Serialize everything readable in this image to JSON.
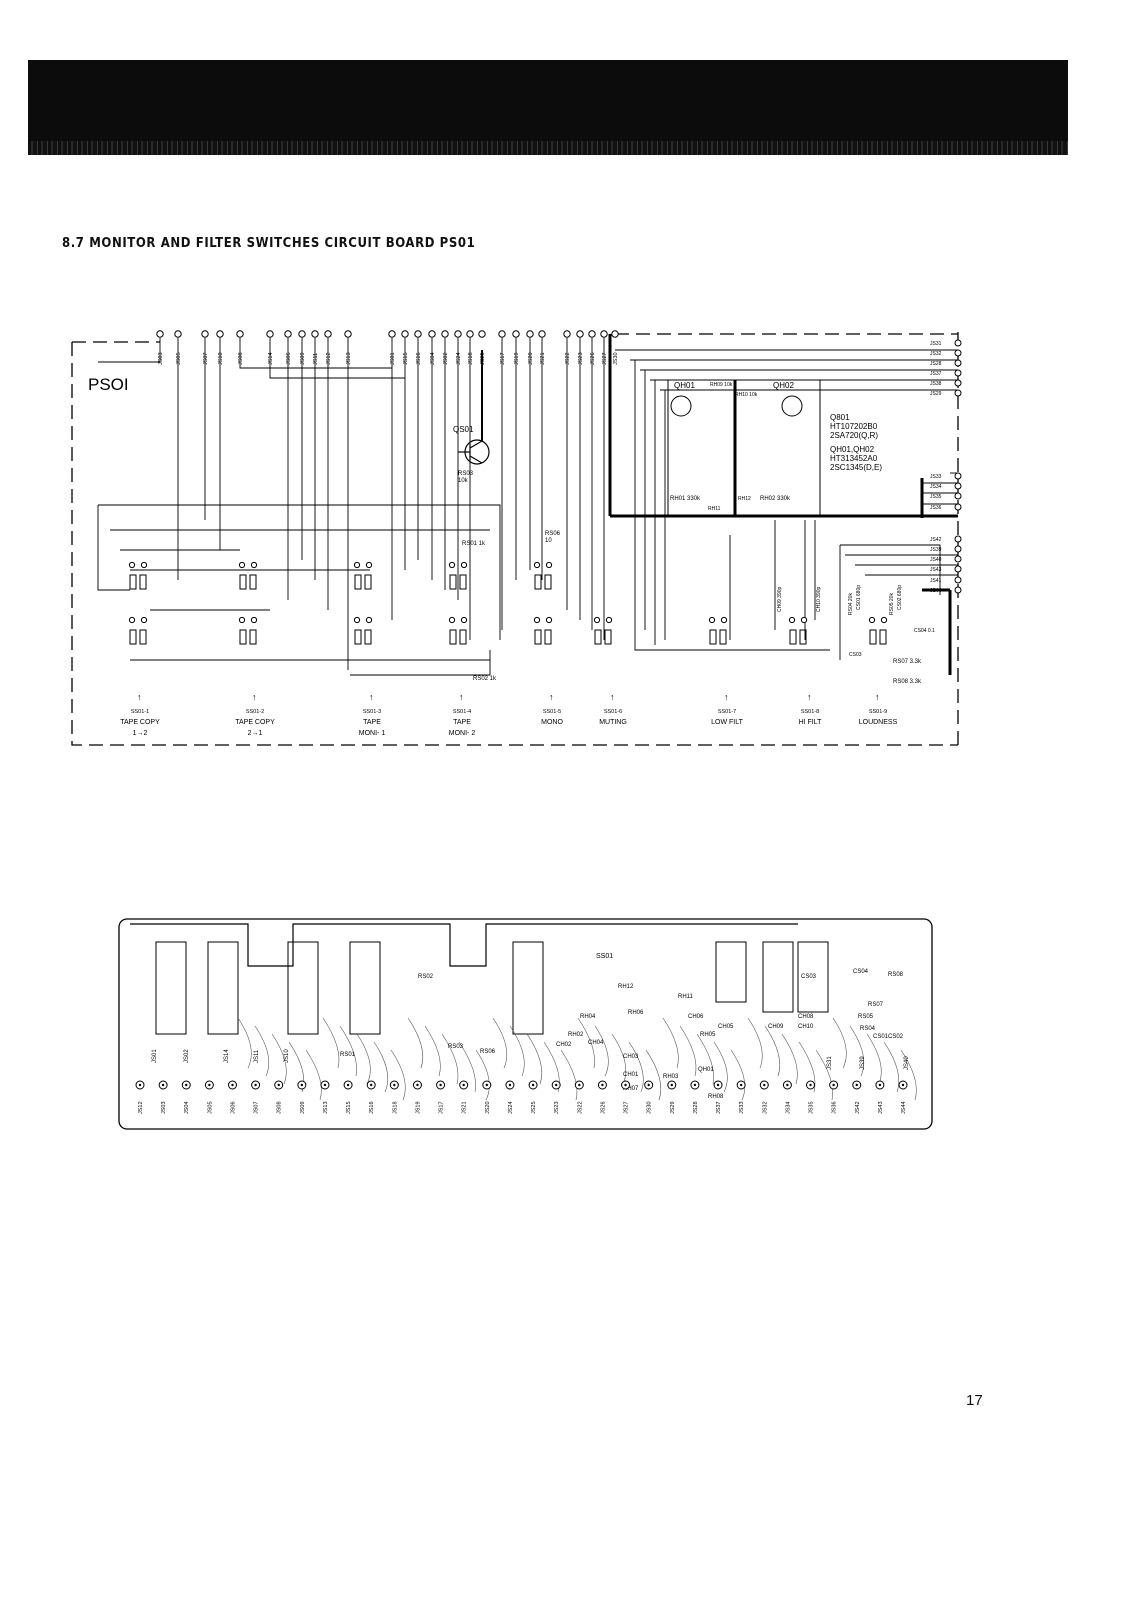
{
  "section_title": "8.7 MONITOR AND FILTER SWITCHES CIRCUIT BOARD PS01",
  "page_number": "17",
  "schematic": {
    "board_label": "PSOI",
    "top_jacks": [
      "JS03",
      "JS05",
      "JS07",
      "JS10",
      "JS08",
      "JS14",
      "JS06",
      "JS09",
      "JS11",
      "JS12",
      "JS13",
      "JS01",
      "JS15",
      "JS16",
      "JS04",
      "JS02",
      "JS24",
      "JS18",
      "JS25",
      "JS17",
      "JS19",
      "JS20",
      "JS21",
      "JS22",
      "JS23",
      "JS26",
      "JS27",
      "JS30"
    ],
    "right_jacks": [
      "JS31",
      "JS32",
      "JS28",
      "JS37",
      "JS38",
      "JS29",
      "JS33",
      "JS34",
      "JS35",
      "JS36",
      "JS42",
      "JS39",
      "JS40",
      "JS43",
      "JS41",
      "JS44"
    ],
    "transistor_qs01": "QS01",
    "rs03": "RS03",
    "rs03_value": "10k",
    "rs01": "RS01 1k",
    "rs02": "RS02 1k",
    "rs06": "RS06",
    "rs06_value": "10",
    "qh01": "QH01",
    "qh02": "QH02",
    "rh09": "RH09 10k",
    "rh10": "RH10 10k",
    "rh01": "RH01 330k",
    "rh02": "RH02 330k",
    "rh11": "RH11",
    "rh12": "RH12",
    "ch09": "CH09 390p",
    "ch10": "CH10 390p",
    "cs01": "CS01 680p",
    "cs02": "CS02 680p",
    "cs03": "CS03",
    "cs04": "CS04 0.1",
    "rs04": "RS04 20k",
    "rs05": "RS05 20k",
    "rs07": "RS07 3.3k",
    "rs08": "RS08 3.3k",
    "transistor_notes": [
      "Q801",
      "HT107202B0",
      "2SA720(Q,R)",
      "QH01,QH02",
      "HT313452A0",
      "2SC1345(D,E)"
    ],
    "switches": [
      {
        "ref": "SS01-1",
        "line1": "TAPE COPY",
        "line2": "1→2"
      },
      {
        "ref": "SS01-2",
        "line1": "TAPE COPY",
        "line2": "2→1"
      },
      {
        "ref": "SS01-3",
        "line1": "TAPE",
        "line2": "MONI- 1"
      },
      {
        "ref": "SS01-4",
        "line1": "TAPE",
        "line2": "MONI- 2"
      },
      {
        "ref": "SS01-5",
        "line1": "MONO",
        "line2": ""
      },
      {
        "ref": "SS01-6",
        "line1": "MUTING",
        "line2": ""
      },
      {
        "ref": "SS01-7",
        "line1": "LOW FILT",
        "line2": ""
      },
      {
        "ref": "SS01-8",
        "line1": "HI FILT",
        "line2": ""
      },
      {
        "ref": "SS01-9",
        "line1": "LOUDNESS",
        "line2": ""
      }
    ]
  },
  "pcb": {
    "board_label": "SS01",
    "bottom_jacks": [
      "JS12",
      "JS03",
      "JS04",
      "JS05",
      "JS06",
      "JS07",
      "JS08",
      "JS09",
      "JS13",
      "JS15",
      "JS16",
      "JS18",
      "JS19",
      "JS17",
      "JS21",
      "JS20",
      "JS24",
      "JS25",
      "JS23",
      "JS22",
      "JS26",
      "JS27",
      "JS30",
      "JS29",
      "JS28",
      "JS37",
      "JS33",
      "JS32",
      "JS34",
      "JS35",
      "JS36",
      "JS42",
      "JS43",
      "JS44"
    ],
    "mid_labels": [
      "JS01",
      "JS02",
      "JS14",
      "JS11",
      "JS10"
    ],
    "right_labels": [
      "JS31",
      "JS39",
      "JS40"
    ],
    "part_labels": [
      "RS02",
      "RS01",
      "RS03",
      "RS06",
      "RH12",
      "RH11",
      "RH02",
      "RH04",
      "RH06",
      "CH02",
      "CH04",
      "CH06",
      "CH05",
      "CH08",
      "RH05",
      "CH03",
      "CH01",
      "RH07",
      "RH03",
      "RH08",
      "QH01",
      "CH09",
      "CH10",
      "CS03",
      "CS04",
      "RS07",
      "RS08",
      "RS05",
      "RS04",
      "CS01",
      "CS02"
    ]
  }
}
